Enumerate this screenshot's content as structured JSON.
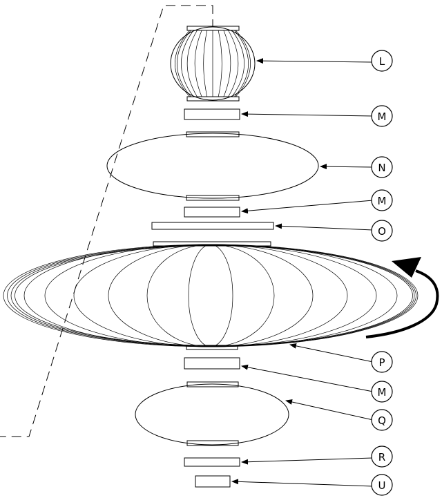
{
  "diagram": {
    "labels": {
      "L": "L",
      "M1": "M",
      "N": "N",
      "M2": "M",
      "O": "O",
      "P": "P",
      "M3": "M",
      "Q": "Q",
      "R": "R",
      "U": "U"
    }
  }
}
